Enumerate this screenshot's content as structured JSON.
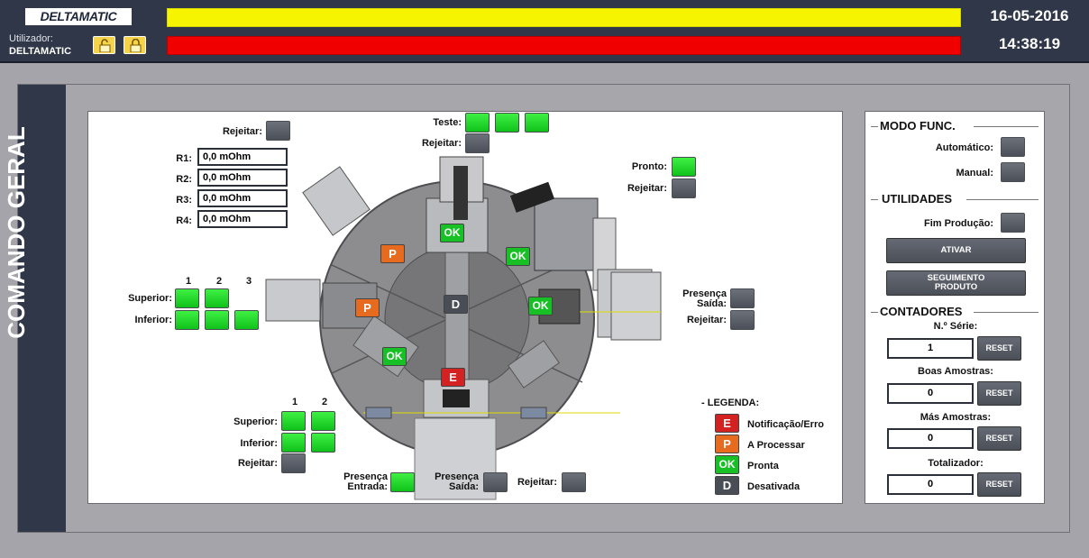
{
  "header": {
    "logo": "DELTAMATIC",
    "user_label": "Utilizador:",
    "user_name": "DELTAMATIC",
    "date": "16-05-2016",
    "time": "14:38:19",
    "status_bar_top_color": "#f7f400",
    "status_bar_bottom_color": "#f10000"
  },
  "sidebar": {
    "title": "COMANDO GERAL"
  },
  "machine": {
    "left_reject": "Rejeitar:",
    "resistances": [
      {
        "label": "R1:",
        "value": "0,0 mOhm"
      },
      {
        "label": "R2:",
        "value": "0,0 mOhm"
      },
      {
        "label": "R3:",
        "value": "0,0 mOhm"
      },
      {
        "label": "R4:",
        "value": "0,0 mOhm"
      }
    ],
    "test_label": "Teste:",
    "test_reject": "Rejeitar:",
    "ready_label": "Pronto:",
    "ready_reject": "Rejeitar:",
    "col_numbers_left": [
      "1",
      "2",
      "3"
    ],
    "superior": "Superior:",
    "inferior": "Inferior:",
    "presence_exit_right": "Presença\nSaída:",
    "reject_right": "Rejeitar:",
    "col_numbers_bottom": [
      "1",
      "2"
    ],
    "bottom_superior": "Superior:",
    "bottom_inferior": "Inferior:",
    "bottom_reject": "Rejeitar:",
    "presence_entry": "Presença\nEntrada:",
    "presence_exit_bottom": "Presença\nSaída:",
    "bottom_reject2": "Rejeitar:",
    "station_badges": [
      {
        "code": "P",
        "kind": "processing"
      },
      {
        "code": "OK",
        "kind": "ready"
      },
      {
        "code": "OK",
        "kind": "ready"
      },
      {
        "code": "P",
        "kind": "processing"
      },
      {
        "code": "D",
        "kind": "disabled"
      },
      {
        "code": "OK",
        "kind": "ready"
      },
      {
        "code": "OK",
        "kind": "ready"
      },
      {
        "code": "E",
        "kind": "error"
      }
    ],
    "legend": {
      "title": "- LEGENDA:",
      "items": [
        {
          "code": "E",
          "text": "Notificação/Erro"
        },
        {
          "code": "P",
          "text": "A Processar"
        },
        {
          "code": "OK",
          "text": "Pronta"
        },
        {
          "code": "D",
          "text": "Desativada"
        }
      ]
    }
  },
  "right_panel": {
    "mode_title": "MODO FUNC.",
    "automatic": "Automático:",
    "manual": "Manual:",
    "utilities_title": "UTILIDADES",
    "end_production": "Fim Produção:",
    "activate_button": "ATIVAR",
    "tracking_button": "SEGUIMENTO\nPRODUTO",
    "counters_title": "CONTADORES",
    "counters": [
      {
        "label": "N.º Série:",
        "value": "1",
        "reset": "RESET"
      },
      {
        "label": "Boas Amostras:",
        "value": "0",
        "reset": "RESET"
      },
      {
        "label": "Más Amostras:",
        "value": "0",
        "reset": "RESET"
      },
      {
        "label": "Totalizador:",
        "value": "0",
        "reset": "RESET"
      }
    ]
  }
}
